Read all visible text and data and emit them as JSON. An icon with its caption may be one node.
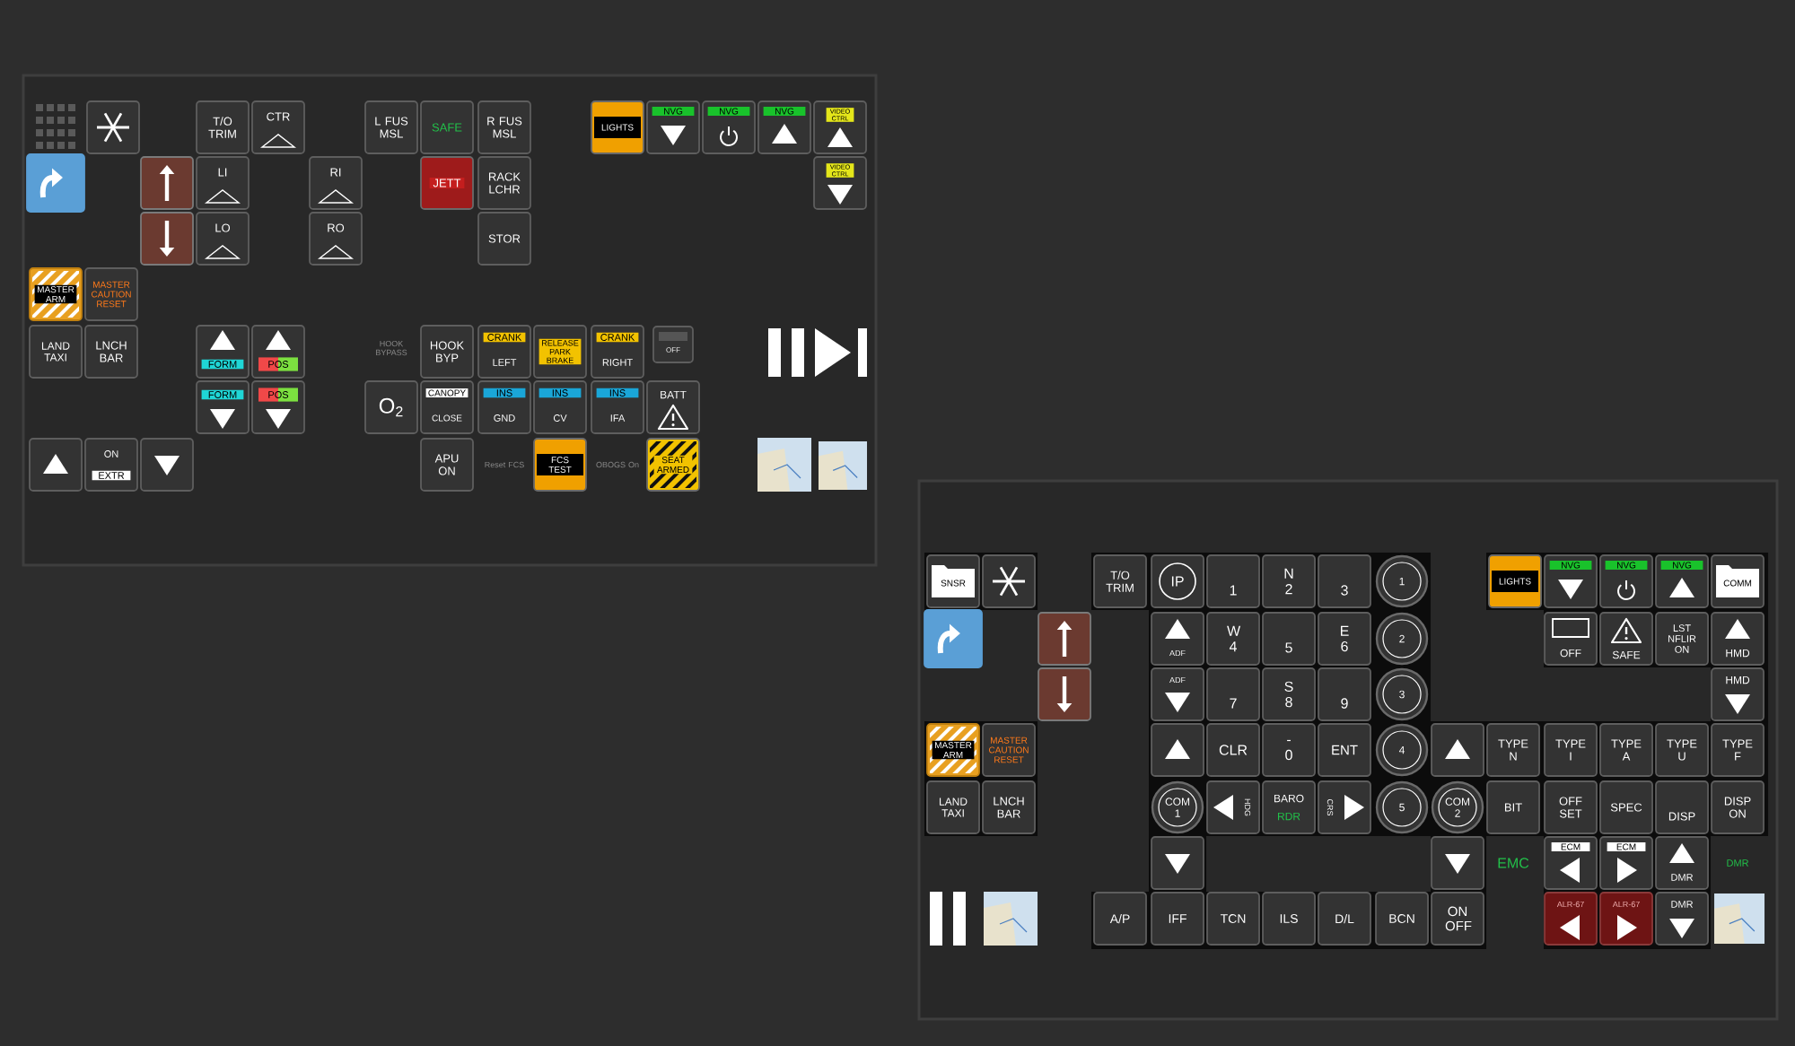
{
  "diagram": {
    "nodes": [
      {
        "text": [],
        "shape": "box"
      },
      {
        "text": [],
        "shape": "box",
        "in": 0
      },
      {
        "text": [
          "T/O TRIM"
        ],
        "in": 0
      },
      {
        "text": [
          "CTR"
        ],
        "in": 0
      },
      {
        "text": [
          "L FUS MSL"
        ],
        "in": 0
      },
      {
        "text": [
          "SAFE"
        ],
        "in": 0
      },
      {
        "text": [
          "R FUS MSL"
        ],
        "in": 0
      },
      {
        "text": [
          "LIGHTS"
        ],
        "in": 0
      },
      {
        "text": [
          "NVG"
        ],
        "in": 0
      },
      {
        "text": [
          "NVG"
        ],
        "in": 0
      },
      {
        "text": [
          "NVG"
        ],
        "in": 0
      },
      {
        "text": [
          "VIDEO CTRL"
        ],
        "in": 0
      },
      {
        "text": [],
        "shape": "box",
        "in": 0
      },
      {
        "text": [],
        "shape": "box",
        "in": 0
      },
      {
        "text": [
          "LI"
        ],
        "in": 0
      },
      {
        "text": [
          "RI"
        ],
        "in": 0
      },
      {
        "text": [
          "JETT"
        ],
        "in": 0
      },
      {
        "text": [
          "RACK LCHR"
        ],
        "in": 0
      },
      {
        "text": [
          "VIDEO CTRL"
        ],
        "in": 0
      },
      {
        "text": [],
        "shape": "box",
        "in": 0
      },
      {
        "text": [
          "LO"
        ],
        "in": 0
      },
      {
        "text": [
          "RO"
        ],
        "in": 0
      },
      {
        "text": [
          "STOR"
        ],
        "in": 0
      },
      {
        "text": [
          "MASTER ARM"
        ],
        "in": 0
      },
      {
        "text": [
          "MASTER CAUTION RESET"
        ],
        "in": 0
      },
      {
        "text": [
          "LAND TAXI"
        ],
        "in": 0
      },
      {
        "text": [
          "LNCH BAR"
        ],
        "in": 0
      },
      {
        "text": [
          "FORM"
        ],
        "in": 0
      },
      {
        "text": [
          "POS"
        ],
        "in": 0
      },
      {
        "text": [
          "HOOK BYP"
        ],
        "in": 0
      },
      {
        "text": [
          "CRANK",
          "LEFT"
        ],
        "in": 0
      },
      {
        "text": [
          "RELEASE PARK BRAKE"
        ],
        "in": 0
      },
      {
        "text": [
          "CRANK",
          "RIGHT"
        ],
        "in": 0
      },
      {
        "text": [
          "OFF"
        ],
        "in": 0
      },
      {
        "text": [
          "FORM"
        ],
        "in": 0
      },
      {
        "text": [
          "POS"
        ],
        "in": 0
      },
      {
        "text": [
          "O$_{2}$"
        ],
        "in": 0
      },
      {
        "text": [
          "CANOPY",
          "CLOSE"
        ],
        "in": 0
      },
      {
        "text": [
          "INS",
          "GND"
        ],
        "in": 0
      },
      {
        "text": [
          "INS",
          "CV"
        ],
        "in": 0
      },
      {
        "text": [
          "INS",
          "IFA"
        ],
        "in": 0
      },
      {
        "text": [
          "BATT"
        ],
        "in": 0
      },
      {
        "text": [],
        "shape": "box",
        "in": 0
      },
      {
        "text": [
          "ON",
          "EXTR"
        ],
        "in": 0
      },
      {
        "text": [],
        "shape": "box",
        "in": 0
      },
      {
        "text": [
          "APU ON"
        ],
        "in": 0
      },
      {
        "text": [
          "FCS TEST"
        ],
        "in": 0
      },
      {
        "text": [
          "SEAT ARMED"
        ],
        "in": 0
      },
      {
        "text": [],
        "shape": "box"
      },
      {
        "text": [
          "SNSR"
        ],
        "in": 48
      },
      {
        "text": [],
        "shape": "box",
        "in": 48
      },
      {
        "text": [
          "T/O TRIM"
        ],
        "in": 48
      },
      {
        "text": [
          "IP"
        ],
        "in": 48
      },
      {
        "text": [
          "1"
        ],
        "in": 48
      },
      {
        "text": [
          "N 2"
        ],
        "in": 48
      },
      {
        "text": [
          "3"
        ],
        "in": 48
      },
      {
        "text": [
          "1"
        ],
        "in": 48
      },
      {
        "text": [
          "LIGHTS"
        ],
        "in": 48
      },
      {
        "text": [
          "NVG"
        ],
        "in": 48
      },
      {
        "text": [
          "NVG"
        ],
        "in": 48
      },
      {
        "text": [
          "NVG"
        ],
        "in": 48
      },
      {
        "text": [
          "COMM"
        ],
        "in": 48
      },
      {
        "text": [],
        "shape": "box",
        "in": 48
      },
      {
        "text": [],
        "shape": "box",
        "in": 48
      },
      {
        "text": [
          "ADF"
        ],
        "in": 48
      },
      {
        "text": [
          "W 4"
        ],
        "in": 48
      },
      {
        "text": [
          "5"
        ],
        "in": 48
      },
      {
        "text": [
          "E 6"
        ],
        "in": 48
      },
      {
        "text": [
          "2"
        ],
        "in": 48
      },
      {
        "text": [
          "OFF"
        ],
        "in": 48
      },
      {
        "text": [
          "SAFE"
        ],
        "in": 48
      },
      {
        "text": [
          "LST NFLIR ON"
        ],
        "in": 48
      },
      {
        "text": [
          "HMD"
        ],
        "in": 48
      },
      {
        "text": [],
        "shape": "box",
        "in": 48
      },
      {
        "text": [
          "ADF"
        ],
        "in": 48
      },
      {
        "text": [
          "7"
        ],
        "in": 48
      },
      {
        "text": [
          "S 8"
        ],
        "in": 48
      },
      {
        "text": [
          "9"
        ],
        "in": 48
      },
      {
        "text": [
          "3"
        ],
        "in": 48
      },
      {
        "text": [
          "HMD"
        ],
        "in": 48
      },
      {
        "text": [
          "MASTER ARM"
        ],
        "in": 48
      },
      {
        "text": [
          "MASTER CAUTION RESET"
        ],
        "in": 48
      },
      {
        "text": [],
        "shape": "box",
        "in": 48
      },
      {
        "text": [
          "CLR"
        ],
        "in": 48
      },
      {
        "text": [
          "- 0"
        ],
        "in": 48
      },
      {
        "text": [
          "ENT"
        ],
        "in": 48
      },
      {
        "text": [
          "4"
        ],
        "in": 48
      },
      {
        "text": [],
        "shape": "box",
        "in": 48
      },
      {
        "text": [
          "TYPE N"
        ],
        "in": 48
      },
      {
        "text": [
          "TYPE I"
        ],
        "in": 48
      },
      {
        "text": [
          "TYPE A"
        ],
        "in": 48
      },
      {
        "text": [
          "TYPE U"
        ],
        "in": 48
      },
      {
        "text": [
          "TYPE F"
        ],
        "in": 48
      },
      {
        "text": [
          "LAND TAXI"
        ],
        "in": 48
      },
      {
        "text": [
          "LNCH BAR"
        ],
        "in": 48
      },
      {
        "text": [
          "COM 1"
        ],
        "in": 48
      },
      {
        "text": [
          "HDG"
        ],
        "in": 48
      },
      {
        "text": [
          "BARO",
          "RDR"
        ],
        "in": 48
      },
      {
        "text": [
          "CRS"
        ],
        "in": 48
      },
      {
        "text": [
          "5"
        ],
        "in": 48
      },
      {
        "text": [
          "COM 2"
        ],
        "in": 48
      },
      {
        "text": [
          "BIT"
        ],
        "in": 48
      },
      {
        "text": [
          "OFF SET"
        ],
        "in": 48
      },
      {
        "text": [
          "SPEC"
        ],
        "in": 48
      },
      {
        "text": [
          "DISP"
        ],
        "in": 48
      },
      {
        "text": [
          "DISP ON"
        ],
        "in": 48
      },
      {
        "text": [],
        "shape": "box",
        "in": 48
      },
      {
        "text": [],
        "shape": "box",
        "in": 48
      },
      {
        "text": [
          "ECM"
        ],
        "in": 48
      },
      {
        "text": [
          "ECM"
        ],
        "in": 48
      },
      {
        "text": [
          "DMR"
        ],
        "in": 48
      },
      {
        "text": [
          "A/P"
        ],
        "in": 48
      },
      {
        "text": [
          "IFF"
        ],
        "in": 48
      },
      {
        "text": [
          "TCN"
        ],
        "in": 48
      },
      {
        "text": [
          "ILS"
        ],
        "in": 48
      },
      {
        "text": [
          "D/L"
        ],
        "in": 48
      },
      {
        "text": [
          "BCN"
        ],
        "in": 48
      },
      {
        "text": [
          "ON OFF"
        ],
        "in": 48
      },
      {
        "text": [
          "ALR-67"
        ],
        "in": 48
      },
      {
        "text": [
          "ALR-67"
        ],
        "in": 48
      },
      {
        "text": [
          "DMR"
        ],
        "in": 48
      }
    ],
    "labels": [
      "HOOK BYPASS",
      "Reset FCS",
      "OBOGS On",
      "EMC",
      "DMR"
    ]
  }
}
